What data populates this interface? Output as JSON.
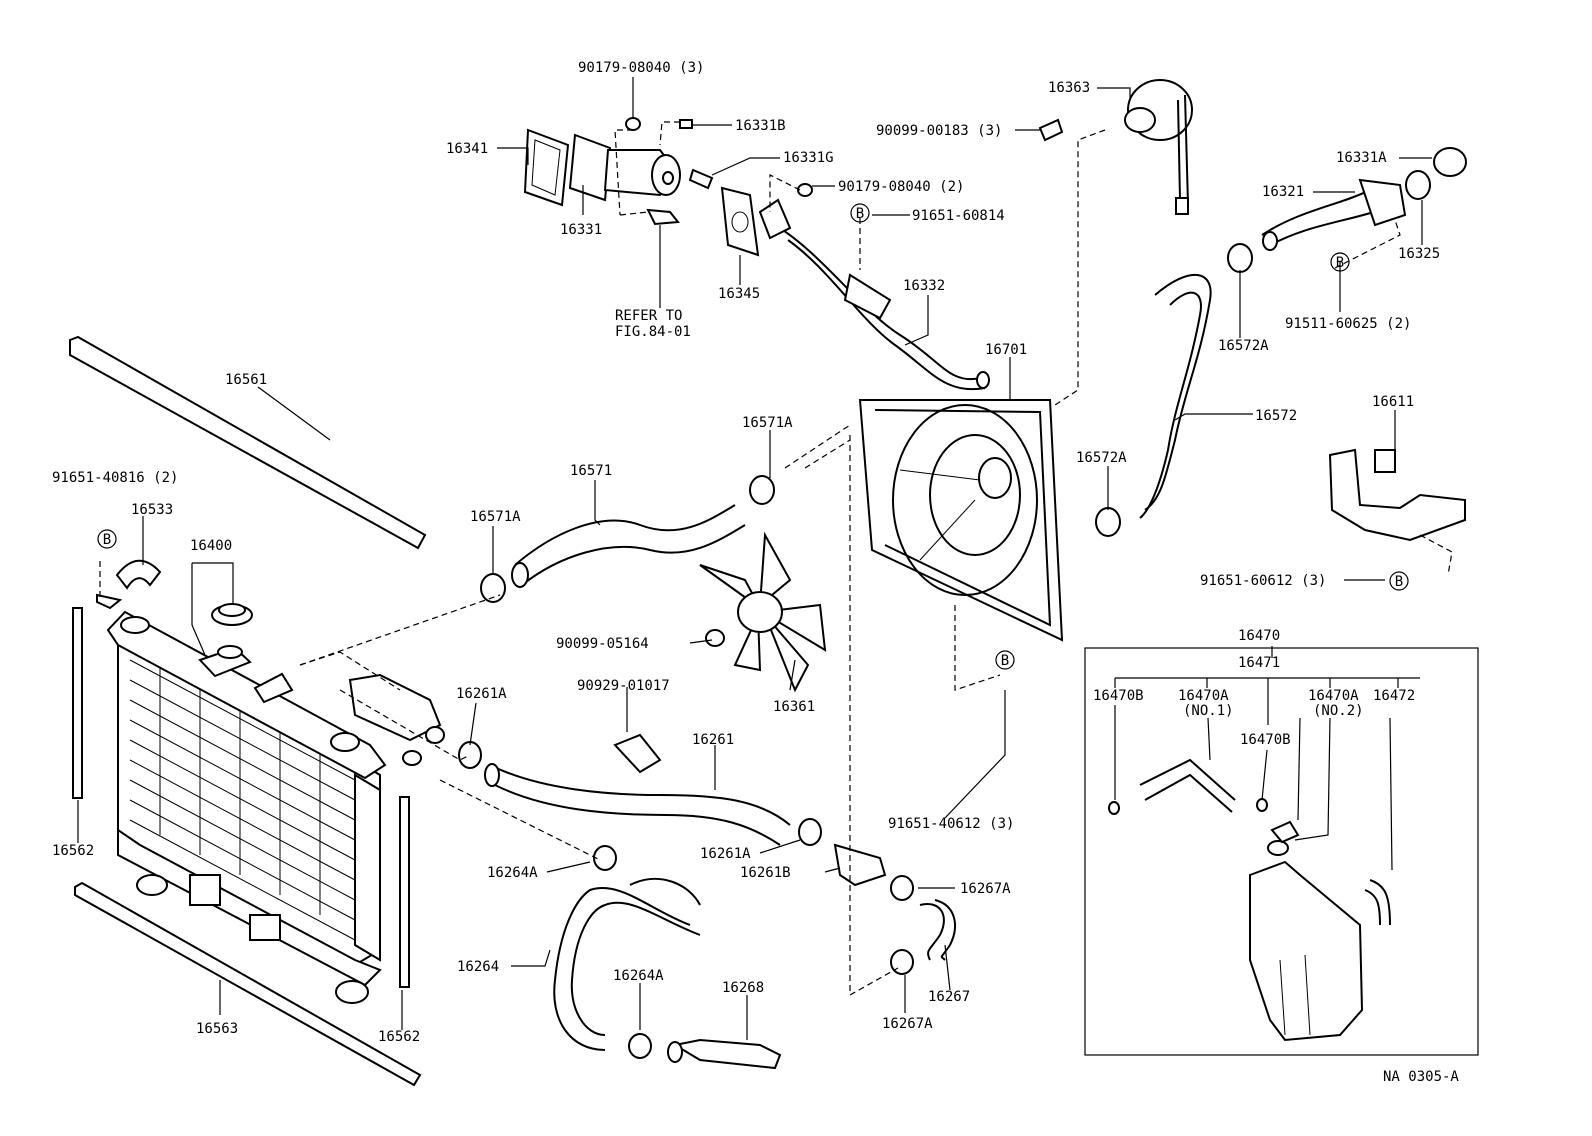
{
  "diagram_ref": "NA 0305-A",
  "refer": {
    "line1": "REFER TO",
    "line2": "FIG.84-01"
  },
  "circle_letter": "B",
  "labels": {
    "p90179_08040_3": "90179-08040 (3)",
    "p16331B": "16331B",
    "p16341": "16341",
    "p16331G": "16331G",
    "p90179_08040_2": "90179-08040 (2)",
    "p16331": "16331",
    "p16345": "16345",
    "p91651_60814": "91651-60814",
    "p16363": "16363",
    "p90099_00183": "90099-00183 (3)",
    "p16331A": "16331A",
    "p16321": "16321",
    "p16325": "16325",
    "p91511_60625": "91511-60625 (2)",
    "p16572A_top": "16572A",
    "p16332": "16332",
    "p16701": "16701",
    "p16561": "16561",
    "p16572": "16572",
    "p16611": "16611",
    "p16571A_top": "16571A",
    "p16571": "16571",
    "p16572A_mid": "16572A",
    "p91651_40816": "91651-40816 (2)",
    "p16533": "16533",
    "p16571A_left": "16571A",
    "p16400": "16400",
    "p91651_60612": "91651-60612 (3)",
    "p90099_05164": "90099-05164",
    "p16470": "16470",
    "p16471": "16471",
    "p16470B_a": "16470B",
    "p16470A_1": "16470A",
    "p16470A_1_sub": "(NO.1)",
    "p16470A_2": "16470A",
    "p16470A_2_sub": "(NO.2)",
    "p16472": "16472",
    "p16261A_top": "16261A",
    "p90929_01017": "90929-01017",
    "p16361": "16361",
    "p16470B_b": "16470B",
    "p16261": "16261",
    "p91651_40612": "91651-40612 (3)",
    "p16562_left": "16562",
    "p16261A_bot": "16261A",
    "p16264A_a": "16264A",
    "p16261B": "16261B",
    "p16267A_a": "16267A",
    "p16264": "16264",
    "p16264A_b": "16264A",
    "p16268": "16268",
    "p16267": "16267",
    "p16267A_b": "16267A",
    "p16563": "16563",
    "p16562_right": "16562"
  }
}
